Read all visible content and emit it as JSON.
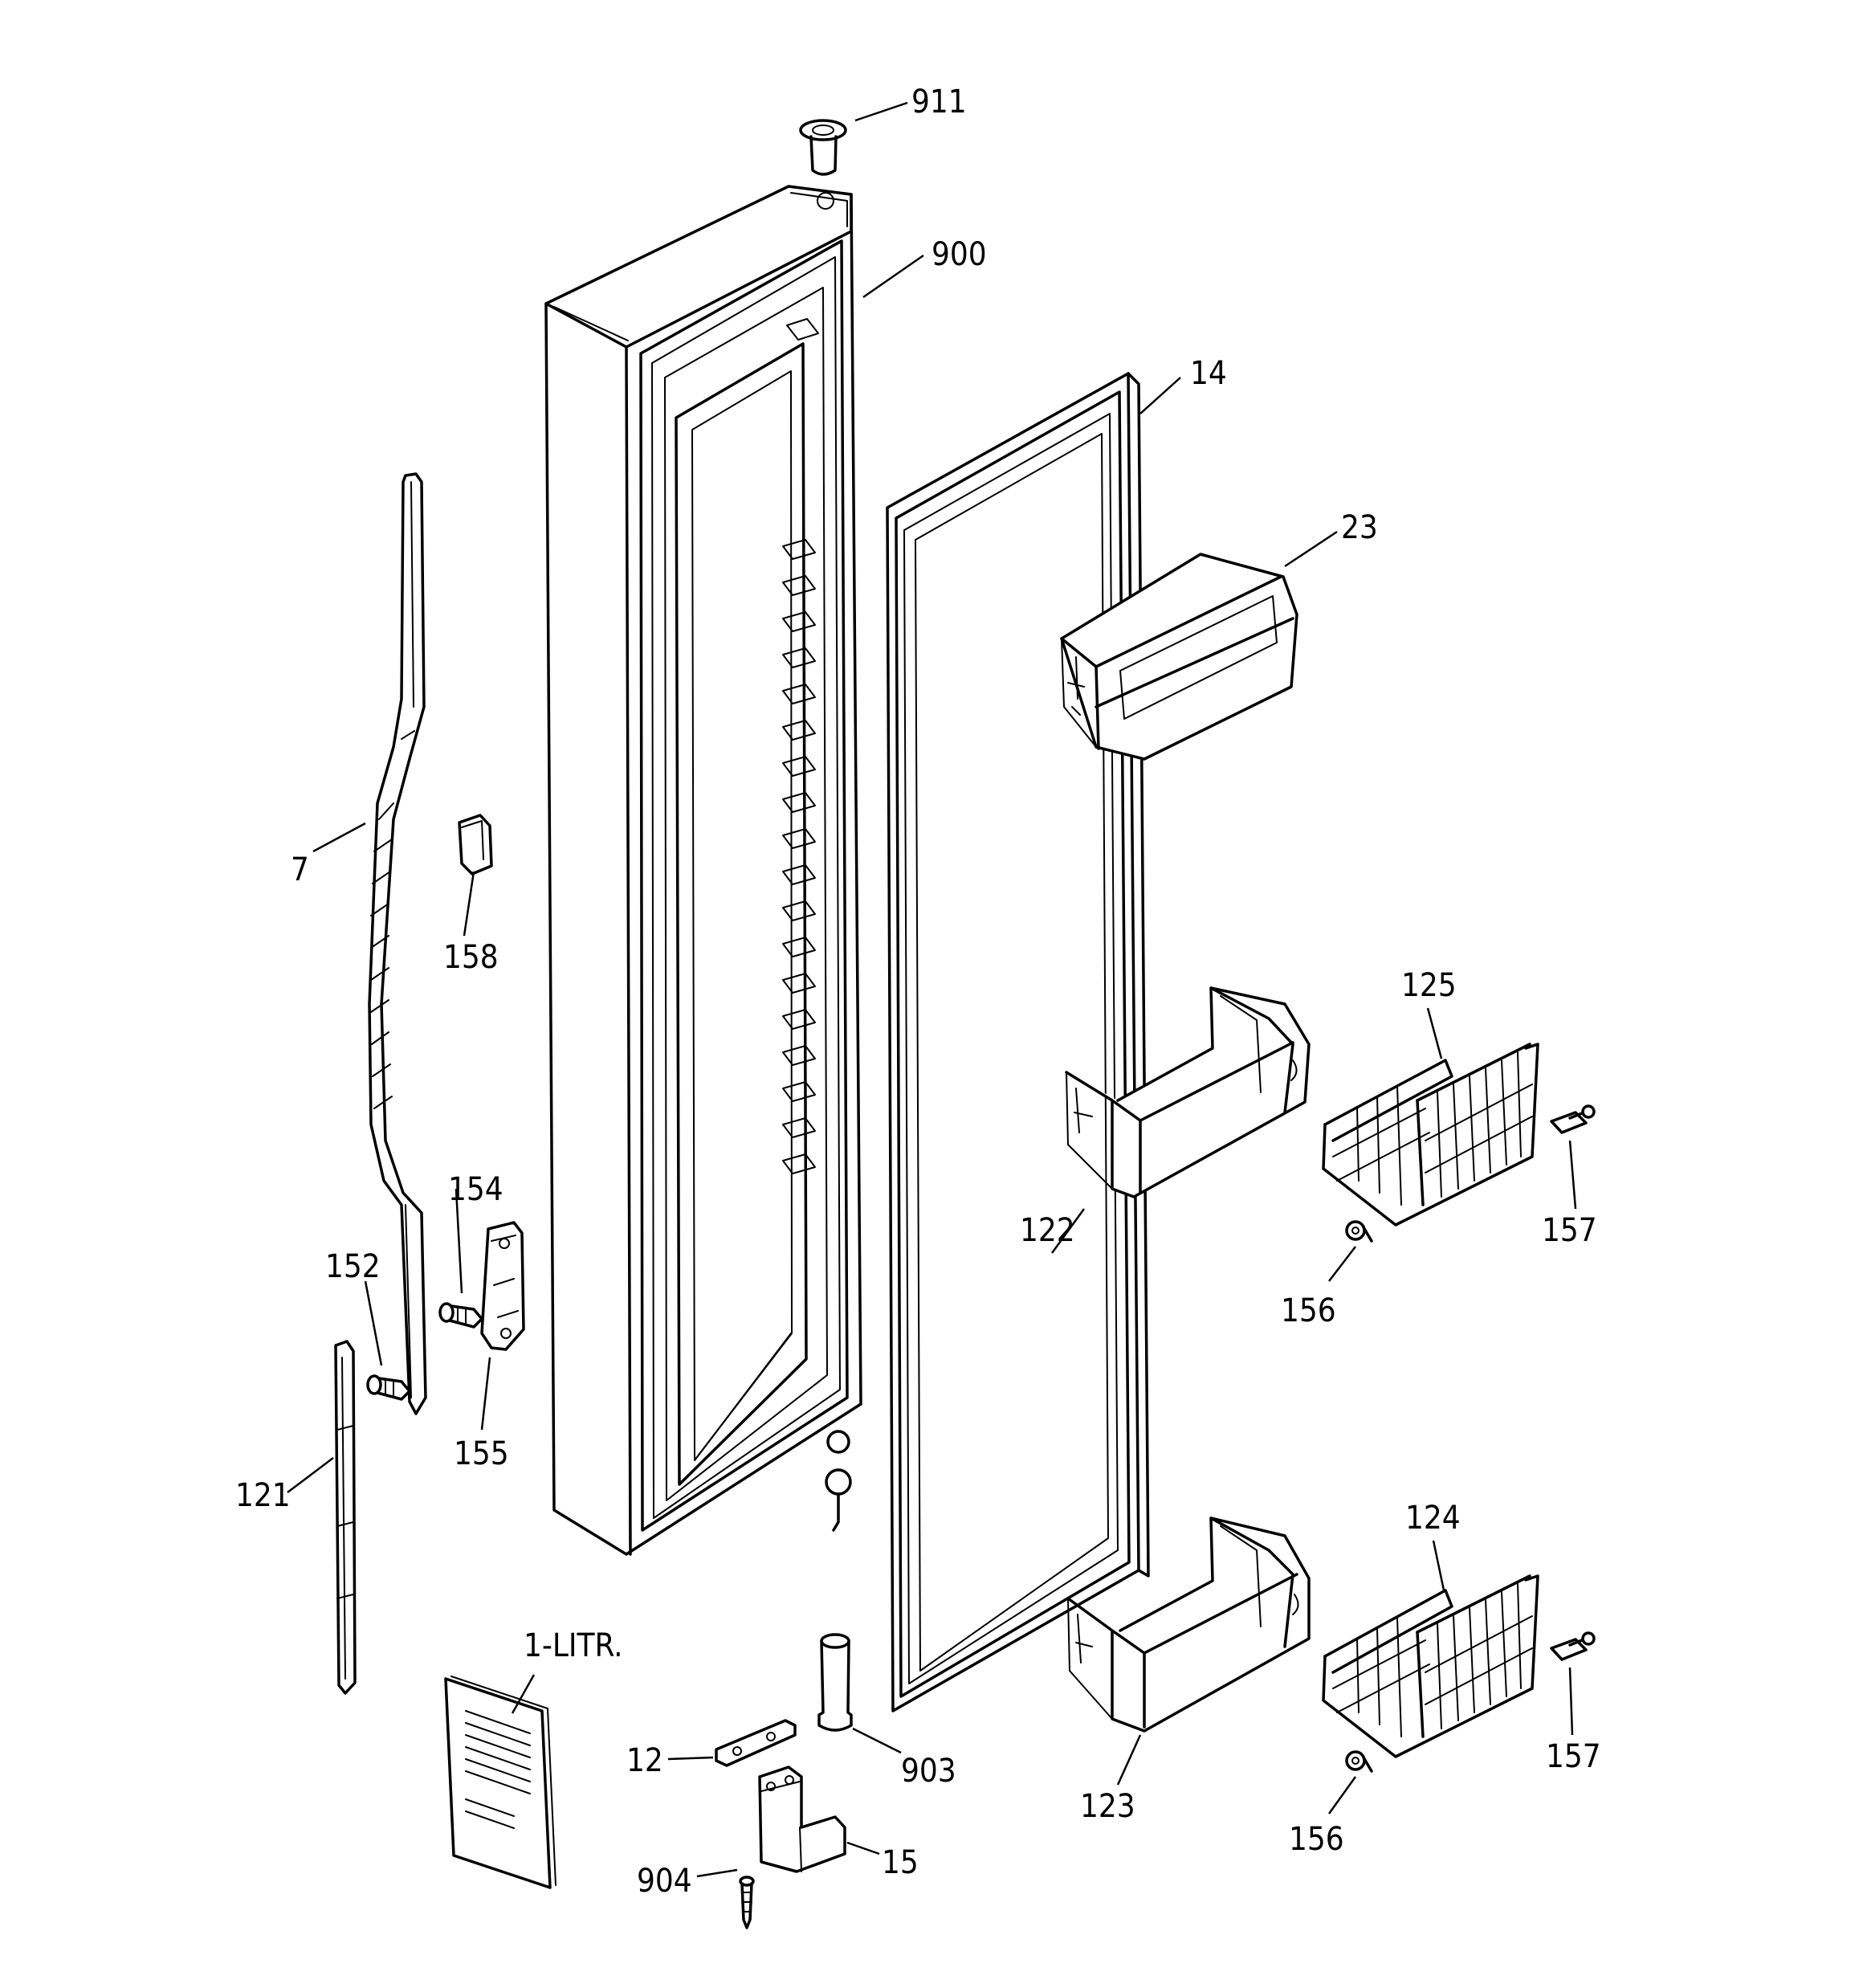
{
  "labels": {
    "p911": "911",
    "p900": "900",
    "p14": "14",
    "p23": "23",
    "p7": "7",
    "p158": "158",
    "p154": "154",
    "p152": "152",
    "p155": "155",
    "p121": "121",
    "p125": "125",
    "p122": "122",
    "p157a": "157",
    "p156a": "156",
    "p124": "124",
    "p157b": "157",
    "p156b": "156",
    "p123": "123",
    "p1litr": "1-LITR.",
    "p12": "12",
    "p903": "903",
    "p904": "904",
    "p15": "15"
  }
}
